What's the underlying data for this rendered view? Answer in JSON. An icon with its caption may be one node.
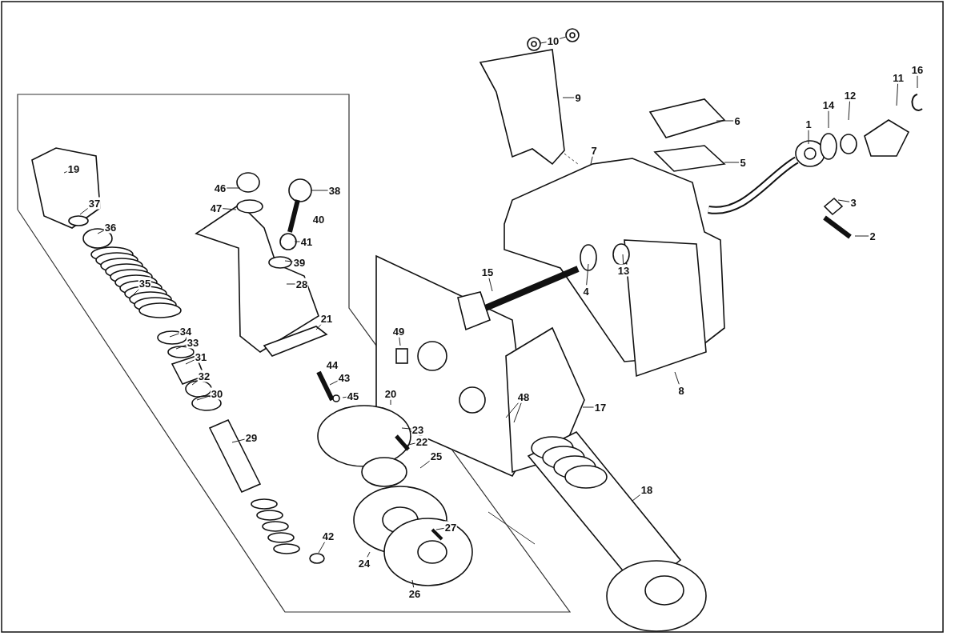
{
  "diagram": {
    "nodes": [
      {
        "text": [
          "10"
        ]
      },
      {
        "text": [
          "9"
        ]
      },
      {
        "text": [
          "16"
        ]
      },
      {
        "text": [
          "11"
        ]
      },
      {
        "text": [
          "12"
        ]
      },
      {
        "text": [
          "14"
        ]
      },
      {
        "text": [
          "6"
        ]
      },
      {
        "text": [
          "1"
        ]
      },
      {
        "text": [
          "7"
        ]
      },
      {
        "text": [
          "5"
        ]
      },
      {
        "text": [
          "19"
        ]
      },
      {
        "text": [
          "46"
        ]
      },
      {
        "text": [
          "38"
        ]
      },
      {
        "text": [
          "3"
        ]
      },
      {
        "text": [
          "37"
        ]
      },
      {
        "text": [
          "47"
        ]
      },
      {
        "text": [
          "40"
        ]
      },
      {
        "text": [
          "36"
        ]
      },
      {
        "text": [
          "2"
        ]
      },
      {
        "text": [
          "41"
        ]
      },
      {
        "text": [
          "39"
        ]
      },
      {
        "text": [
          "13"
        ]
      },
      {
        "text": [
          "15"
        ]
      },
      {
        "text": [
          "28"
        ]
      },
      {
        "text": [
          "35"
        ]
      },
      {
        "text": [
          "4"
        ]
      },
      {
        "text": [
          "21"
        ]
      },
      {
        "text": [
          "34"
        ]
      },
      {
        "text": [
          "49"
        ]
      },
      {
        "text": [
          "33"
        ]
      },
      {
        "text": [
          "31"
        ]
      },
      {
        "text": [
          "44"
        ]
      },
      {
        "text": [
          "32"
        ]
      },
      {
        "text": [
          "43"
        ]
      },
      {
        "text": [
          "8"
        ]
      },
      {
        "text": [
          "30"
        ]
      },
      {
        "text": [
          "20"
        ]
      },
      {
        "text": [
          "45"
        ]
      },
      {
        "text": [
          "48"
        ]
      },
      {
        "text": [
          "17"
        ]
      },
      {
        "text": [
          "23"
        ]
      },
      {
        "text": [
          "29"
        ]
      },
      {
        "text": [
          "22"
        ]
      },
      {
        "text": [
          "25"
        ]
      },
      {
        "text": [
          "18"
        ]
      },
      {
        "text": [
          "27"
        ]
      },
      {
        "text": [
          "42"
        ]
      },
      {
        "text": [
          "24"
        ]
      },
      {
        "text": [
          "26"
        ]
      }
    ],
    "edges": [
      {
        "from": 0,
        "to": null,
        "arrow": "none"
      },
      {
        "from": 0,
        "to": null,
        "arrow": "none"
      },
      {
        "from": 1,
        "to": null,
        "arrow": "none"
      },
      {
        "from": 2,
        "to": null,
        "arrow": "none"
      },
      {
        "from": 3,
        "to": null,
        "arrow": "none"
      },
      {
        "from": 4,
        "to": null,
        "arrow": "none"
      },
      {
        "from": 5,
        "to": null,
        "arrow": "none"
      },
      {
        "from": 6,
        "to": null,
        "arrow": "none"
      },
      {
        "from": 7,
        "to": null,
        "arrow": "none"
      },
      {
        "from": 8,
        "to": null,
        "arrow": "none"
      },
      {
        "from": 9,
        "to": null,
        "arrow": "none"
      },
      {
        "from": 10,
        "to": null,
        "arrow": "none"
      },
      {
        "from": 11,
        "to": null,
        "arrow": "none"
      },
      {
        "from": 12,
        "to": null,
        "arrow": "none"
      },
      {
        "from": 13,
        "to": null,
        "arrow": "none"
      },
      {
        "from": 14,
        "to": null,
        "arrow": "none"
      },
      {
        "from": 15,
        "to": null,
        "arrow": "none"
      },
      {
        "from": 17,
        "to": null,
        "arrow": "none"
      },
      {
        "from": 18,
        "to": null,
        "arrow": "none"
      },
      {
        "from": 19,
        "to": null,
        "arrow": "none"
      },
      {
        "from": 20,
        "to": null,
        "arrow": "none"
      },
      {
        "from": 21,
        "to": null,
        "arrow": "none"
      },
      {
        "from": 22,
        "to": null,
        "arrow": "none"
      },
      {
        "from": 23,
        "to": null,
        "arrow": "none"
      },
      {
        "from": 24,
        "to": null,
        "arrow": "none"
      },
      {
        "from": 25,
        "to": null,
        "arrow": "none"
      },
      {
        "from": 26,
        "to": null,
        "arrow": "none"
      },
      {
        "from": 27,
        "to": null,
        "arrow": "none"
      },
      {
        "from": 28,
        "to": null,
        "arrow": "none"
      },
      {
        "from": 29,
        "to": null,
        "arrow": "none"
      },
      {
        "from": 30,
        "to": null,
        "arrow": "none"
      },
      {
        "from": 32,
        "to": null,
        "arrow": "none"
      },
      {
        "from": 33,
        "to": null,
        "arrow": "none"
      },
      {
        "from": 34,
        "to": null,
        "arrow": "none"
      },
      {
        "from": 35,
        "to": null,
        "arrow": "none"
      },
      {
        "from": 36,
        "to": null,
        "arrow": "none"
      },
      {
        "from": 37,
        "to": null,
        "arrow": "none"
      },
      {
        "from": 38,
        "to": null,
        "arrow": "none"
      },
      {
        "from": 38,
        "to": null,
        "arrow": "none"
      },
      {
        "from": 39,
        "to": null,
        "arrow": "none"
      },
      {
        "from": 40,
        "to": null,
        "arrow": "none"
      },
      {
        "from": 41,
        "to": null,
        "arrow": "none"
      },
      {
        "from": 42,
        "to": null,
        "arrow": "none"
      },
      {
        "from": 43,
        "to": null,
        "arrow": "none"
      },
      {
        "from": 44,
        "to": null,
        "arrow": "none"
      },
      {
        "from": 45,
        "to": null,
        "arrow": "none"
      },
      {
        "from": 46,
        "to": null,
        "arrow": "none"
      },
      {
        "from": 47,
        "to": null,
        "arrow": "none"
      },
      {
        "from": 48,
        "to": null,
        "arrow": "none"
      }
    ]
  }
}
